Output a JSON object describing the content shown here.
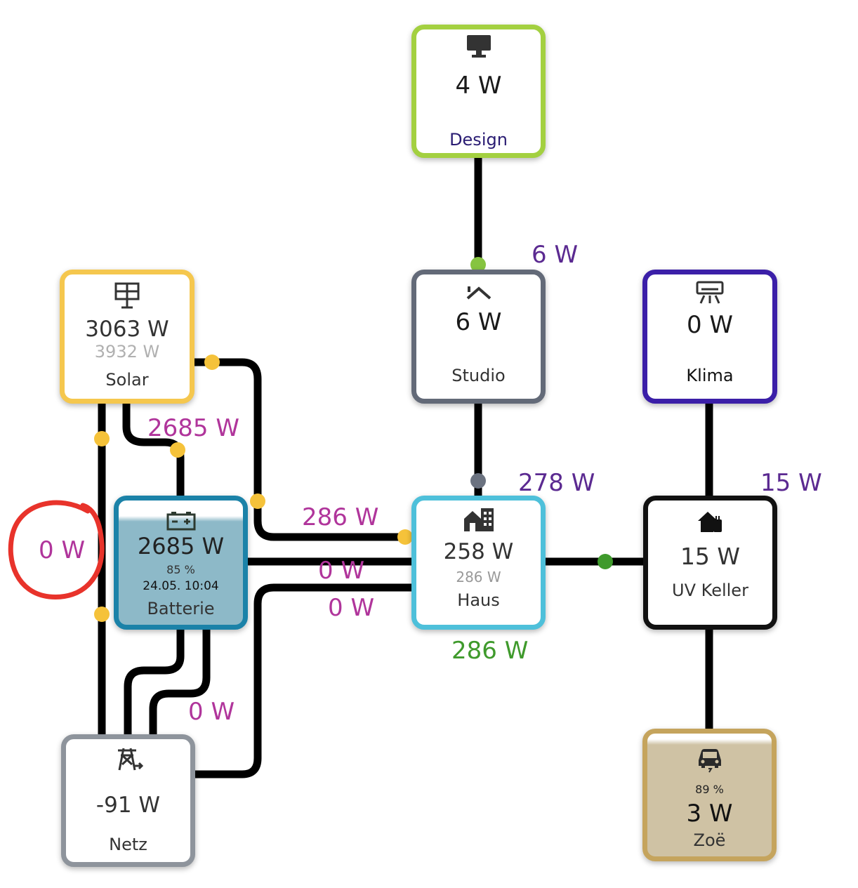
{
  "nodes": {
    "design": {
      "power": "4 W",
      "label": "Design",
      "icon": "monitor-icon",
      "color": "#a3d040"
    },
    "studio": {
      "power": "6 W",
      "label": "Studio",
      "icon": "roof-icon",
      "color": "#636a78"
    },
    "klima": {
      "power": "0 W",
      "label": "Klima",
      "icon": "air-conditioner-icon",
      "color": "#3b1fa8"
    },
    "solar": {
      "power": "3063 W",
      "secondary": "3932 W",
      "label": "Solar",
      "icon": "solar-panel-icon",
      "color": "#f5c74e"
    },
    "batterie": {
      "power": "2685 W",
      "percent": "85 %",
      "timestamp": "24.05. 10:04",
      "label": "Batterie",
      "icon": "battery-icon",
      "color": "#1b82a8",
      "fill_color": "#8db9c8"
    },
    "haus": {
      "power": "258 W",
      "secondary": "286 W",
      "label": "Haus",
      "icon": "house-city-icon",
      "color": "#4ec0da"
    },
    "uv_keller": {
      "power": "15 W",
      "label": "UV Keller",
      "icon": "house-plug-icon",
      "color": "#111111"
    },
    "netz": {
      "power": "-91 W",
      "label": "Netz",
      "icon": "transmission-tower-icon",
      "color": "#8e949c"
    },
    "zoe": {
      "percent": "89 %",
      "power": "3 W",
      "label": "Zoë",
      "icon": "car-electric-icon",
      "color": "#c5a45d",
      "fill_color": "#cfc2a4"
    }
  },
  "flows": {
    "studio_in": "6 W",
    "haus_in": "278 W",
    "klima_in": "15 W",
    "solar_to_battery": "2685 W",
    "solar_to_haus": "286 W",
    "battery_to_haus": "0 W",
    "grid_to_haus": "0 W",
    "solar_to_grid": "0 W",
    "battery_to_grid": "0 W",
    "haus_total": "286 W"
  },
  "colors": {
    "flow_text": "#b0359b",
    "flow_text_alt": "#5b2a91",
    "flow_green": "#3f9a2c",
    "line": "#000000",
    "annotation": "#e8332b"
  }
}
